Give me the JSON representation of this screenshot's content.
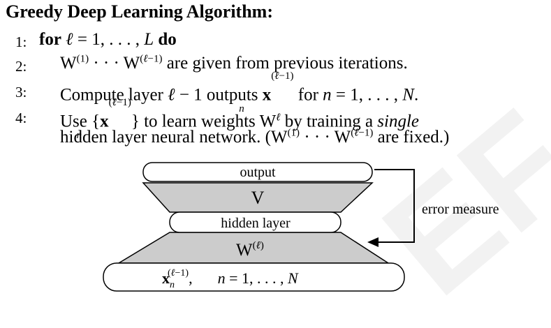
{
  "title": "Greedy Deep Learning Algorithm:",
  "steps": [
    {
      "num": "1:",
      "text": "for ℓ = 1, . . . , L do"
    },
    {
      "num": "2:",
      "text": "W(1) · · · W(ℓ−1) are given from previous iterations."
    },
    {
      "num": "3:",
      "text": "Compute layer ℓ − 1 outputs x_n^(ℓ−1) for n = 1, . . . , N."
    },
    {
      "num": "4:",
      "text": "Use {x_n^(ℓ−1)} to learn weights W^ℓ by training a single hidden layer neural network. (W(1) · · · W(ℓ−1) are fixed.)"
    }
  ],
  "diagram": {
    "output_label": "output",
    "v_label": "V",
    "hidden_label": "hidden layer",
    "w_label": "W(ℓ)",
    "input_label": "x_n^(ℓ−1),     n = 1, . . . , N",
    "error_label": "error measure"
  },
  "colors": {
    "trapezoid_fill": "#cccccc",
    "stroke": "#000000"
  }
}
